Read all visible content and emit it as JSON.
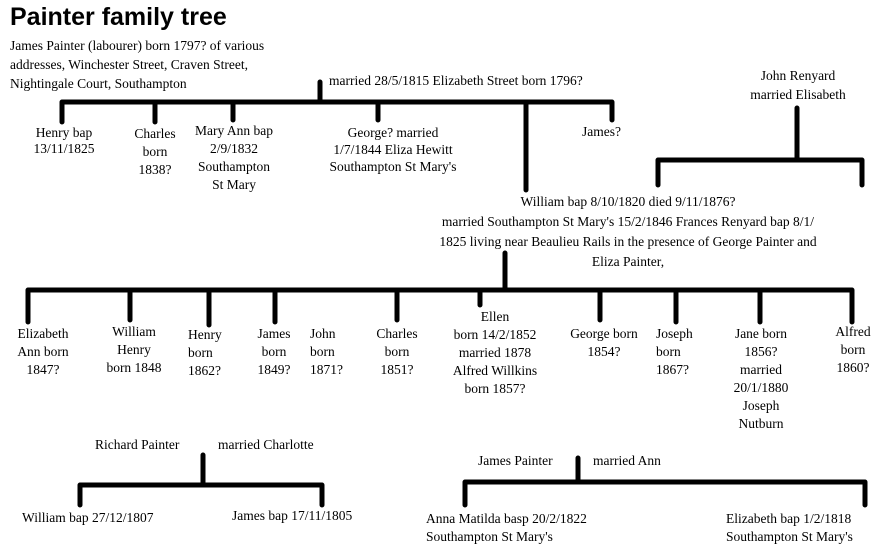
{
  "title": "Painter family tree",
  "root": {
    "person": "James Painter (labourer) born 1797? of various\naddresses, Winchester Street, Craven Street,\nNightingale Court, Southampton",
    "marriage": "married 28/5/1815 Elizabeth Street born 1796?"
  },
  "children1": [
    "Henry  bap\n13/11/1825",
    "Charles\nborn\n1838?",
    "Mary Ann bap\n2/9/1832\nSouthampton\nSt Mary",
    "George? married\n1/7/1844 Eliza Hewitt\nSouthampton St Mary's",
    "James?"
  ],
  "renyard": "John Renyard\nmarried Elisabeth",
  "william": "William bap 8/10/1820 died 9/11/1876?\nmarried Southampton St Mary's 15/2/1846  Frances Renyard bap 8/1/\n1825 living near Beaulieu Rails in the presence of George Painter and\nEliza Painter,",
  "children2": [
    "Elizabeth\nAnn born\n1847?",
    "William\nHenry\nborn 1848",
    "Henry\nborn\n1862?",
    "James\nborn\n1849?",
    "John\nborn\n1871?",
    "Charles\nborn\n1851?",
    "Ellen\nborn 14/2/1852\nmarried 1878\nAlfred Willkins\nborn 1857?",
    "George born\n1854?",
    "Joseph\nborn\n1867?",
    "Jane born\n1856?\nmarried\n20/1/1880\nJoseph\nNutburn",
    "Alfred\nborn\n1860?"
  ],
  "richard": {
    "person": "Richard Painter",
    "spouse": "married Charlotte",
    "children": [
      "William bap 27/12/1807",
      "James bap 17/11/1805"
    ]
  },
  "james2": {
    "person": "James Painter",
    "spouse": "married Ann",
    "children": [
      "Anna Matilda basp 20/2/1822\nSouthampton St Mary's",
      "Elizabeth bap 1/2/1818\nSouthampton St Mary's"
    ]
  }
}
